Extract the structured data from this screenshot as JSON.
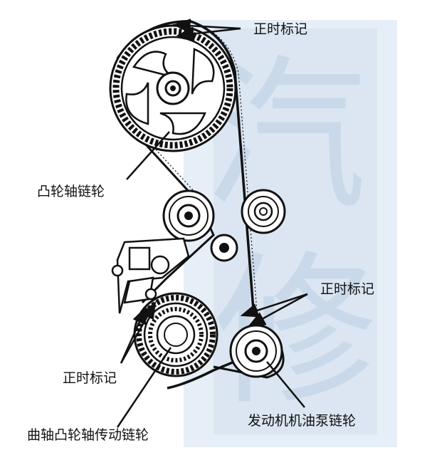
{
  "labels": {
    "timing_mark_top": "正时标记",
    "camshaft_sprocket": "凸轮轴链轮",
    "timing_mark_right": "正时标记",
    "timing_mark_bottom": "正时标记",
    "crank_cam_drive_sprocket": "曲轴凸轮轴传动链轮",
    "oil_pump_sprocket": "发动机机油泵链轮"
  },
  "watermark": {
    "chars": [
      "汽",
      "修"
    ]
  },
  "colors": {
    "ink": "#111111",
    "watermark": "#dce7f2",
    "watermark_edge": "#c5d6e8"
  }
}
